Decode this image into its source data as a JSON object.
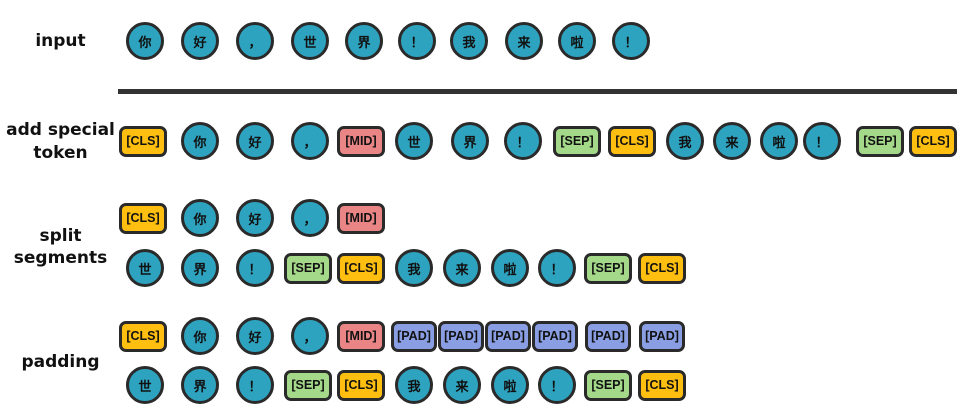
{
  "colors": {
    "char": "#2ea3bf",
    "CLS": "#ffbf10",
    "MID": "#e98585",
    "SEP": "#a5d98a",
    "PAD": "#8a9fe3"
  },
  "labels": {
    "input": "input",
    "add_special_line1": "add special",
    "add_special_line2": "token",
    "split_line1": "split",
    "split_line2": "segments",
    "padding": "padding"
  },
  "rows": {
    "input": [
      "你",
      "好",
      "，",
      "世",
      "界",
      "！",
      "我",
      "来",
      "啦",
      "！"
    ],
    "add_special": [
      "[CLS]",
      "你",
      "好",
      "，",
      "[MID]",
      "世",
      "界",
      "！",
      "[SEP]",
      "[CLS]",
      "我",
      "来",
      "啦",
      "！",
      "[SEP]",
      "[CLS]"
    ],
    "split_1": [
      "[CLS]",
      "你",
      "好",
      "，",
      "[MID]"
    ],
    "split_2": [
      "世",
      "界",
      "！",
      "[SEP]",
      "[CLS]",
      "我",
      "来",
      "啦",
      "！",
      "[SEP]",
      "[CLS]"
    ],
    "pad_1": [
      "[CLS]",
      "你",
      "好",
      "，",
      "[MID]",
      "[PAD]",
      "[PAD]",
      "[PAD]",
      "[PAD]",
      "[PAD]",
      "[PAD]"
    ],
    "pad_2": [
      "世",
      "界",
      "！",
      "[SEP]",
      "[CLS]",
      "我",
      "来",
      "啦",
      "！",
      "[SEP]",
      "[CLS]"
    ]
  }
}
